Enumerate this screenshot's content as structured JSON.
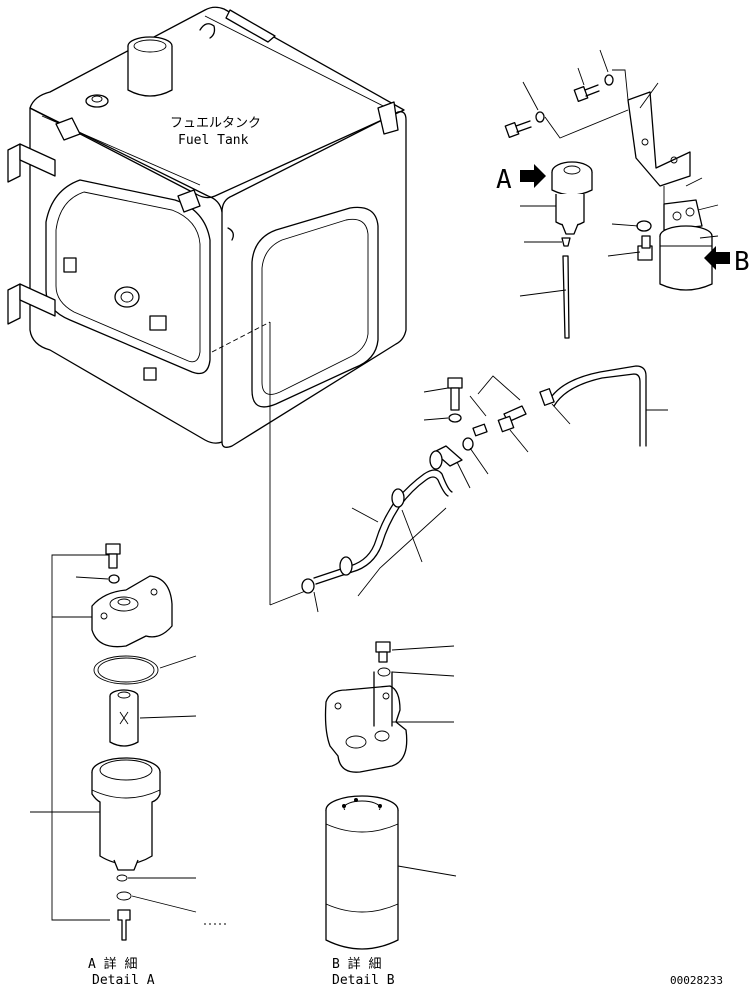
{
  "tank_label": {
    "jp": "フュエルタンク",
    "en": "Fuel Tank"
  },
  "view_markers": {
    "a": "A",
    "b": "B"
  },
  "detail_a": {
    "jp": "A 詳 細",
    "en": "Detail A"
  },
  "detail_b": {
    "jp": "B 詳 細",
    "en": "Detail B"
  },
  "drawing_number": "00028233"
}
